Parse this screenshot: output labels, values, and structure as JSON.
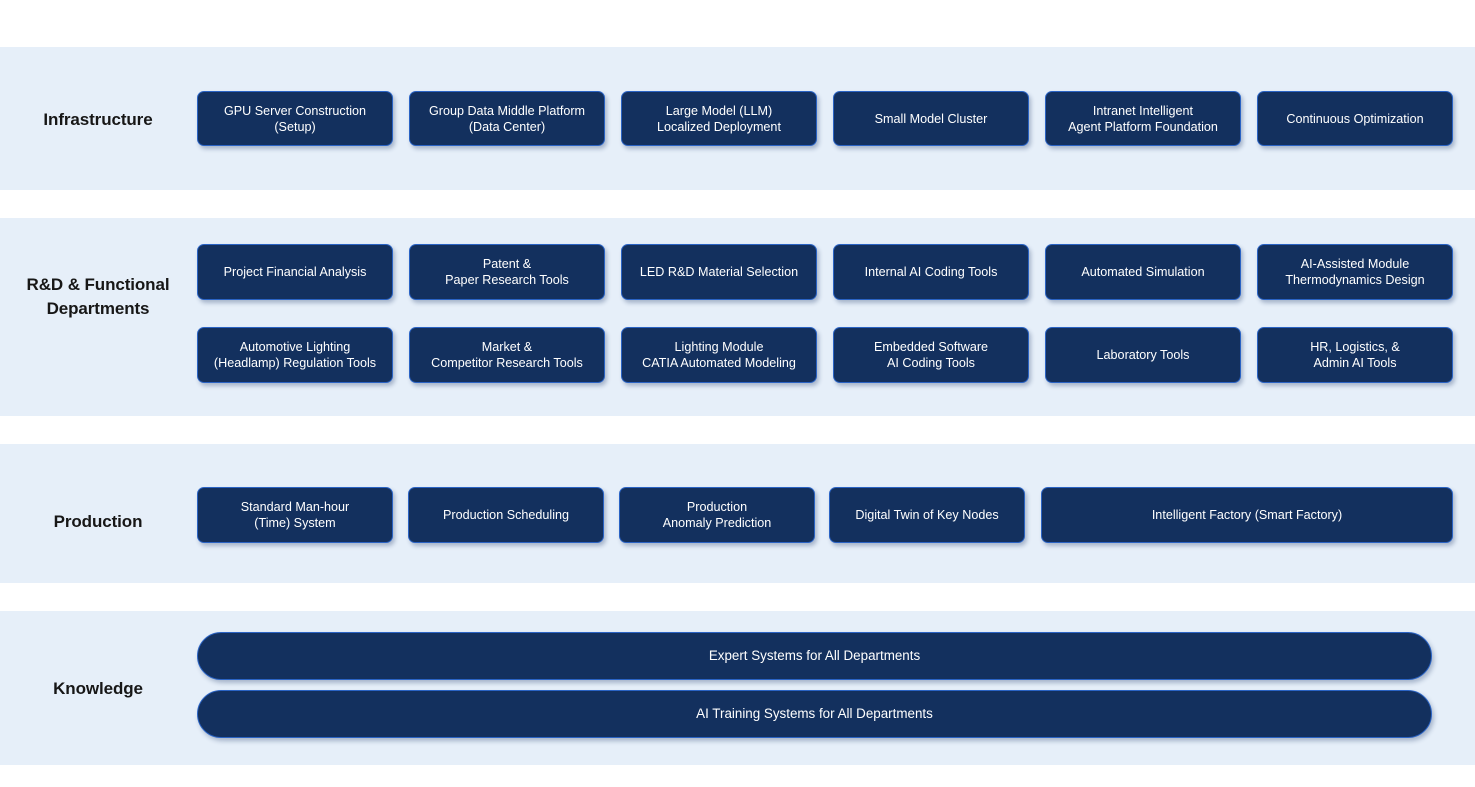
{
  "diagram": {
    "background": "#ffffff",
    "band_color": "#e6eff9",
    "node_fill": "#13305e",
    "node_border": "#2a63c4",
    "node_text_color": "#ffffff",
    "label_text_color": "#171717"
  },
  "rows": [
    {
      "id": "infrastructure",
      "label": "Infrastructure",
      "nodes": [
        {
          "label": "GPU Server Construction\n(Setup)"
        },
        {
          "label": "Group Data Middle Platform\n(Data Center)"
        },
        {
          "label": "Large Model (LLM)\nLocalized Deployment"
        },
        {
          "label": "Small Model Cluster"
        },
        {
          "label": "Intranet Intelligent\nAgent Platform Foundation"
        },
        {
          "label": "Continuous Optimization"
        }
      ]
    },
    {
      "id": "rd-functional-departments",
      "label": "R&D\n&\nFunctional\nDepartments",
      "nodes_row1": [
        {
          "label": "Project Financial Analysis"
        },
        {
          "label": "Patent &\nPaper Research Tools"
        },
        {
          "label": "LED R&D Material Selection"
        },
        {
          "label": "Internal AI Coding Tools"
        },
        {
          "label": "Automated Simulation"
        },
        {
          "label": "AI-Assisted Module\nThermodynamics Design"
        }
      ],
      "nodes_row2": [
        {
          "label": "Automotive Lighting\n(Headlamp) Regulation Tools"
        },
        {
          "label": "Market &\nCompetitor Research Tools"
        },
        {
          "label": "Lighting Module\nCATIA Automated Modeling"
        },
        {
          "label": "Embedded Software\nAI Coding Tools"
        },
        {
          "label": "Laboratory Tools"
        },
        {
          "label": "HR, Logistics, &\nAdmin AI Tools"
        }
      ]
    },
    {
      "id": "production",
      "label": "Production",
      "nodes": [
        {
          "label": "Standard Man-hour\n(Time) System"
        },
        {
          "label": "Production Scheduling"
        },
        {
          "label": "Production\nAnomaly Prediction"
        },
        {
          "label": "Digital Twin of Key Nodes"
        },
        {
          "label": "Intelligent Factory (Smart Factory)"
        }
      ]
    },
    {
      "id": "knowledge",
      "label": "Knowledge",
      "nodes": [
        {
          "label": "Expert Systems for All Departments"
        },
        {
          "label": "AI Training Systems for All Departments"
        }
      ]
    }
  ]
}
